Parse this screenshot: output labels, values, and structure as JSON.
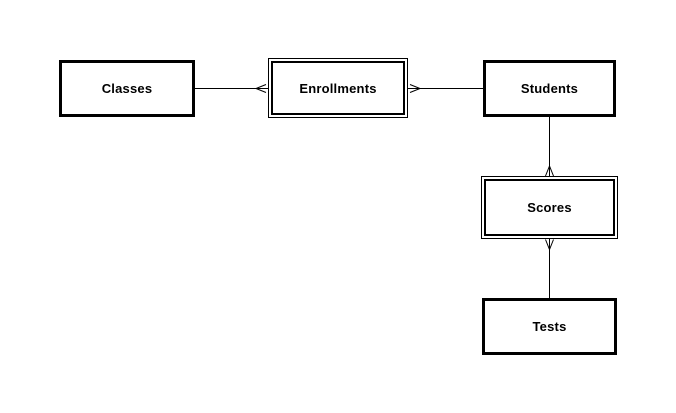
{
  "diagram": {
    "type": "entity-relationship",
    "background_color": "#ffffff",
    "stroke_color": "#000000",
    "text_color": "#000000",
    "nodes": [
      {
        "id": "classes",
        "label": "Classes",
        "border_style": "single"
      },
      {
        "id": "enrollments",
        "label": "Enrollments",
        "border_style": "double"
      },
      {
        "id": "students",
        "label": "Students",
        "border_style": "single"
      },
      {
        "id": "scores",
        "label": "Scores",
        "border_style": "double"
      },
      {
        "id": "tests",
        "label": "Tests",
        "border_style": "single"
      }
    ],
    "edges": [
      {
        "between": [
          "Classes",
          "Enrollments"
        ],
        "arrowhead": "open",
        "arrowhead_at": "Enrollments",
        "pointing_toward": "Classes"
      },
      {
        "between": [
          "Enrollments",
          "Students"
        ],
        "arrowhead": "open",
        "arrowhead_at": "Enrollments",
        "pointing_toward": "Students"
      },
      {
        "between": [
          "Students",
          "Scores"
        ],
        "arrowhead": "open",
        "arrowhead_at": "Scores",
        "pointing_toward": "Students"
      },
      {
        "between": [
          "Scores",
          "Tests"
        ],
        "arrowhead": "open",
        "arrowhead_at": "Scores",
        "pointing_toward": "Tests"
      }
    ]
  }
}
